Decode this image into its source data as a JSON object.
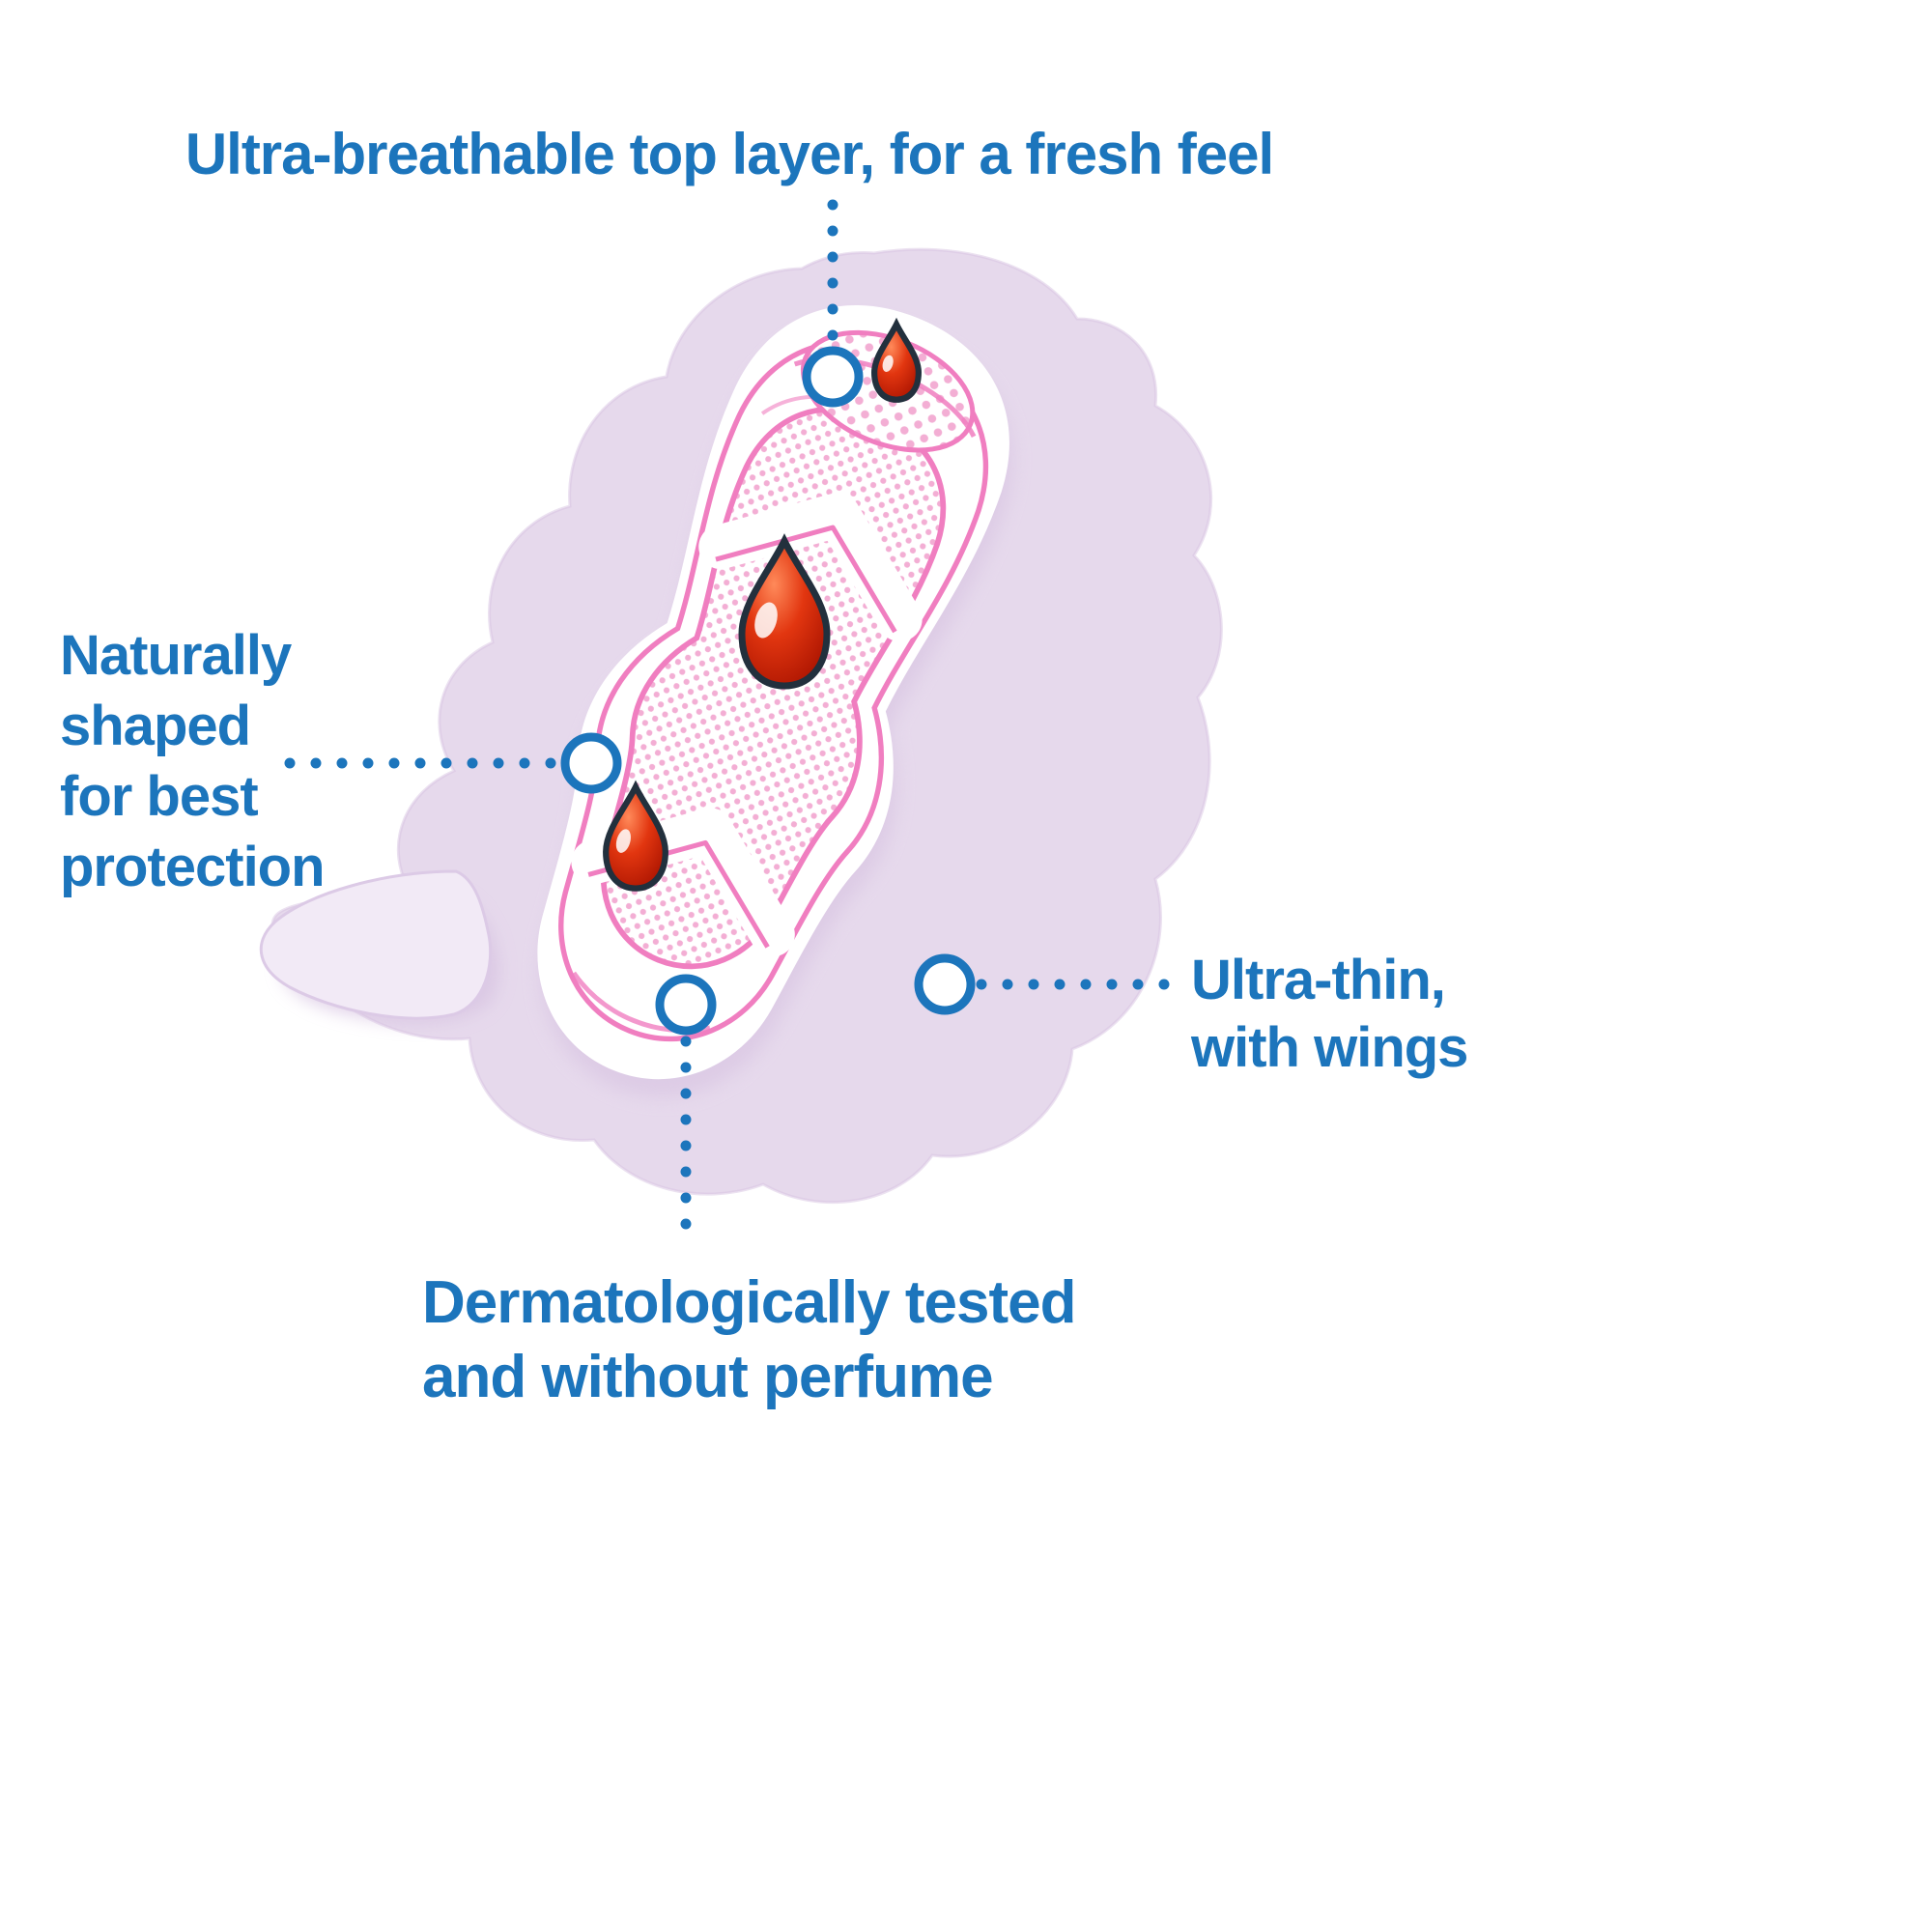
{
  "labels": {
    "top": "Ultra-breathable top layer, for a fresh feel",
    "left": "Naturally\nshaped\nfor best\nprotection",
    "right": "Ultra-thin,\nwith wings",
    "bottom": "Dermatologically tested\nand without perfume"
  },
  "icons": {
    "callout_marker": "circle-outline",
    "drop": "blood-drop"
  },
  "illustration_counts": {
    "blood_drops": 3,
    "callout_markers": 4
  },
  "colors": {
    "label_blue": "#1c75bc",
    "blob_lavender": "#e6d9ec",
    "blob_shade": "#d8c4e2",
    "wing_light": "#f2eaf6",
    "pad_white": "#ffffff",
    "pad_pink": "#f07ec0",
    "dot_pink": "#f3aed4",
    "drop_red": "#d32b0e",
    "drop_outline": "#22303d"
  }
}
